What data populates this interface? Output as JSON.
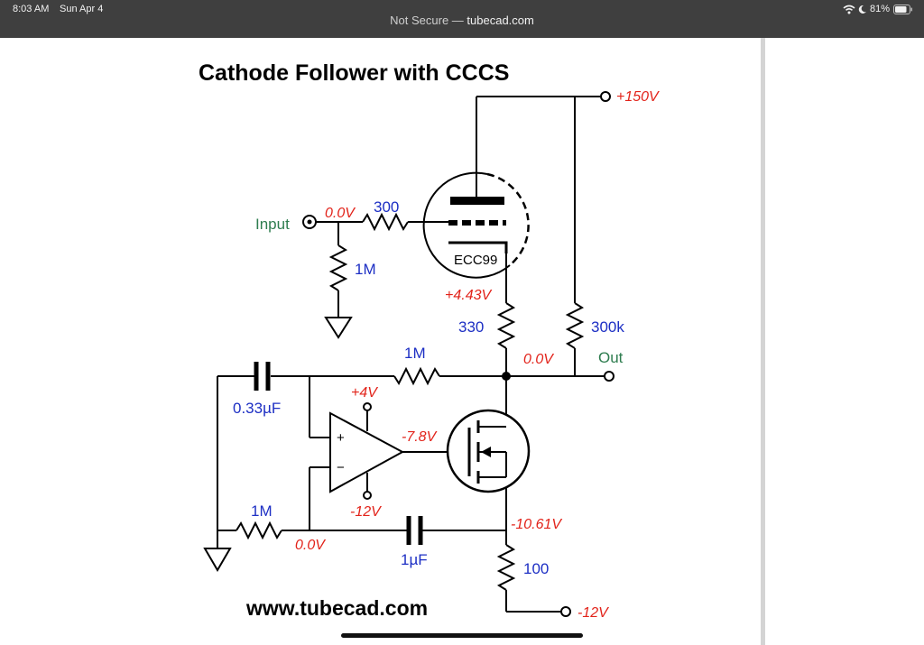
{
  "status_bar": {
    "time": "8:03 AM",
    "date": "Sun Apr 4",
    "battery": "81%",
    "icons": [
      "wifi-icon",
      "moon-icon",
      "battery-icon"
    ]
  },
  "address_bar": {
    "security": "Not Secure",
    "separator": " — ",
    "domain": "tubecad.com"
  },
  "page": {
    "title": "Cathode Follower with CCCS",
    "footer": "www.tubecad.com"
  },
  "schematic": {
    "supply_plus": "+150V",
    "supply_minus": "-12V",
    "input_label": "Input",
    "output_label": "Out",
    "tube_type": "ECC99",
    "input_voltage": "0.0V",
    "grid_resistor": "300",
    "input_resistor": "1M",
    "cathode_voltage": "+4.43V",
    "cathode_resistor": "330",
    "load_resistor": "300k",
    "output_voltage": "0.0V",
    "feedback_resistor": "1M",
    "coupling_cap": "0.33µF",
    "opamp_plus_supply": "+4V",
    "opamp_minus_supply": "-12V",
    "opamp_output_voltage": "-7.8V",
    "bias_resistor": "1M",
    "bias_voltage": "0.0V",
    "bypass_cap": "1µF",
    "source_voltage": "-10.61V",
    "source_resistor": "100",
    "bottom_supply": "-12V",
    "opamp_plus_pin": "+",
    "opamp_minus_pin": "−"
  },
  "colors": {
    "voltage_label": "#e2231a",
    "component_label": "#1d2fc4",
    "io_label": "#2e7d4f"
  }
}
